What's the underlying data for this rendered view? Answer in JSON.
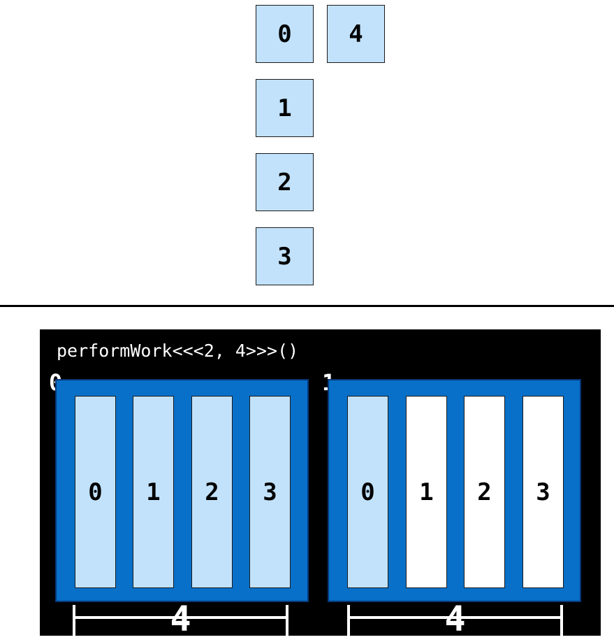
{
  "top_grid": {
    "column_0": [
      "0",
      "1",
      "2",
      "3"
    ],
    "column_1": [
      "4"
    ]
  },
  "launch": {
    "call_text": "performWork<<<2, 4>>>()",
    "blocks": [
      {
        "index": "0",
        "threads": [
          {
            "label": "0",
            "active": true
          },
          {
            "label": "1",
            "active": true
          },
          {
            "label": "2",
            "active": true
          },
          {
            "label": "3",
            "active": true
          }
        ],
        "dimension_label": "4"
      },
      {
        "index": "1",
        "threads": [
          {
            "label": "0",
            "active": true
          },
          {
            "label": "1",
            "active": false
          },
          {
            "label": "2",
            "active": false
          },
          {
            "label": "3",
            "active": false
          }
        ],
        "dimension_label": "4"
      }
    ]
  },
  "colors": {
    "cell_fill": "#c2e2fc",
    "block_fill": "#0870c8",
    "panel_background": "#000000",
    "idle_thread_fill": "#ffffff"
  }
}
